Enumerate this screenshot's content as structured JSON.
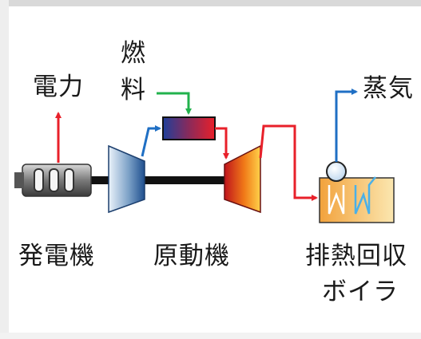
{
  "labels": {
    "power_output": "電力",
    "fuel_line1": "燃",
    "fuel_line2": "料",
    "steam_output": "蒸気",
    "generator": "発電機",
    "prime_mover": "原動機",
    "hrsg_line1": "排熱回収",
    "hrsg_line2": "ボイラ"
  },
  "colors": {
    "power_arrow": "#e8202a",
    "fuel_arrow": "#22b24c",
    "steam_arrow": "#1f6fc4",
    "exhaust_arrow": "#e8202a",
    "shaft": "#111111"
  },
  "icons": {
    "generator": "generator-icon",
    "compressor": "compressor-icon",
    "combustor": "combustor-icon",
    "turbine": "turbine-icon",
    "boiler": "heat-recovery-boiler-icon"
  }
}
